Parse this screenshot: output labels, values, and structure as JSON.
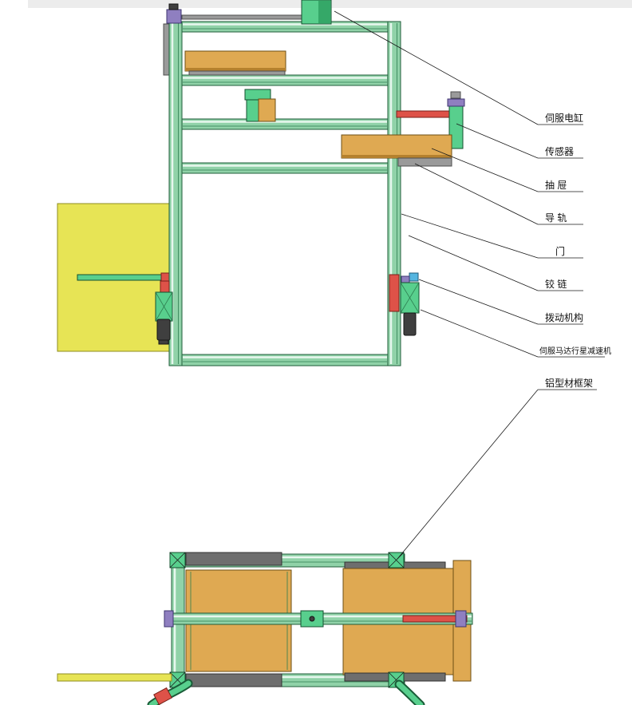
{
  "drawing": {
    "labels": [
      {
        "id": "servo-electric-cylinder",
        "text": "伺服电缸"
      },
      {
        "id": "sensor",
        "text": "传感器"
      },
      {
        "id": "drawer",
        "text": "抽  屉"
      },
      {
        "id": "guide-rail",
        "text": "导  轨"
      },
      {
        "id": "door",
        "text": "门"
      },
      {
        "id": "hinge",
        "text": "铰  链"
      },
      {
        "id": "toggle-mechanism",
        "text": "拨动机构"
      },
      {
        "id": "servo-motor-planetary-reducer",
        "text": "伺服马达行星减速机"
      },
      {
        "id": "aluminum-profile-frame",
        "text": "铝型材框架"
      }
    ],
    "colors": {
      "profile_green": "#90d2a8",
      "bright_green": "#58cf8d",
      "drawer_orange": "#dfa952",
      "door_yellow": "#e7e455",
      "rod_red": "#de5248",
      "fitting_purple": "#8f7fc0",
      "rail_gray": "#9a9a9a",
      "cover_gray": "#6e6e6e",
      "motor_dark": "#3f3f3f",
      "sensor_cyan": "#55b5e0",
      "line_black": "#1a1a1a",
      "top_strip_gray": "#ececec"
    }
  }
}
